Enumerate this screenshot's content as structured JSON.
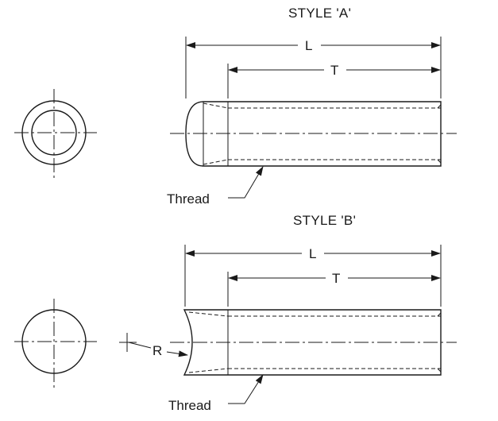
{
  "style_a": {
    "title": "STYLE  'A'",
    "length_label": "L",
    "thread_length_label": "T",
    "thread_note": "Thread"
  },
  "style_b": {
    "title": "STYLE  'B'",
    "length_label": "L",
    "thread_length_label": "T",
    "radius_label": "R",
    "thread_note": "Thread"
  }
}
